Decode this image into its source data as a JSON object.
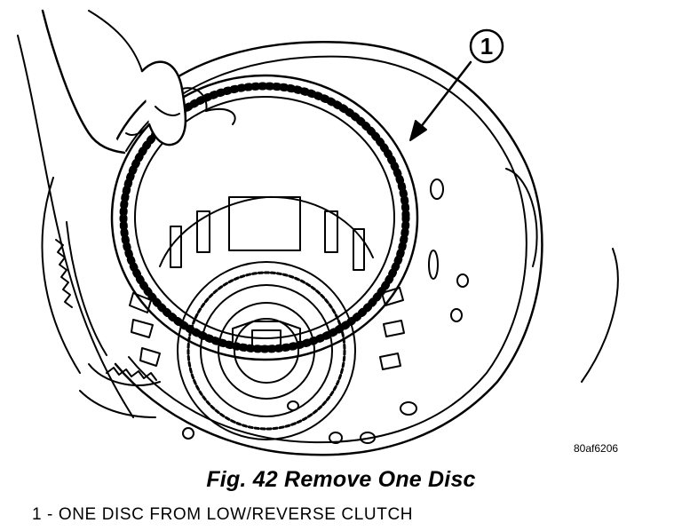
{
  "figure": {
    "callout_number": "1",
    "figure_id": "80af6206",
    "caption": "Fig. 42 Remove One Disc",
    "legend": [
      {
        "text": "1 - ONE DISC FROM LOW/REVERSE CLUTCH"
      }
    ]
  },
  "colors": {
    "ink": "#000000",
    "paper": "#ffffff"
  }
}
